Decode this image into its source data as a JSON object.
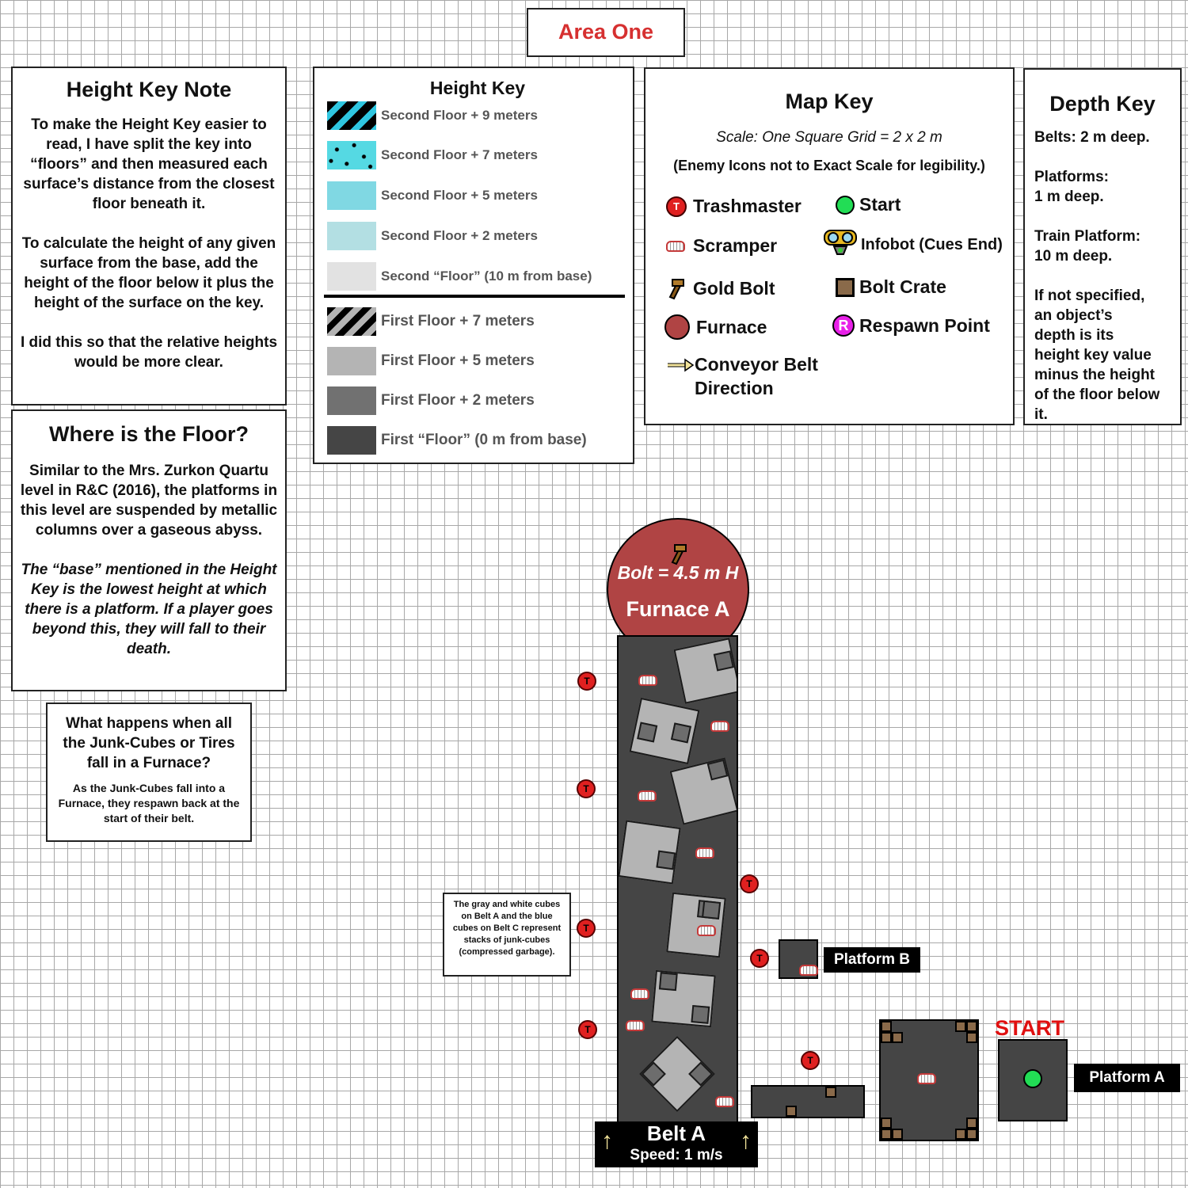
{
  "area_title": "Area One",
  "height_key_note": {
    "title": "Height Key Note",
    "p1": "To make the Height Key easier to read, I have split the key into “floors” and then measured each surface’s distance from the closest floor beneath it.",
    "p2": "To calculate the height of any given surface from the base, add the height of the floor below it plus the height of the surface on the key.",
    "p3": "I did this so that the relative heights would be more clear."
  },
  "where_floor": {
    "title": "Where is the Floor?",
    "p1": "Similar to the Mrs. Zurkon Quartu level in R&C (2016), the platforms in this level are suspended by metallic columns over a gaseous abyss.",
    "p2": "The “base” mentioned in the Height Key is the lowest height at which there is a platform. If a player goes beyond this, they will fall to their death."
  },
  "junk_note": {
    "title": "What happens when all the Junk-Cubes or Tires fall in a Furnace?",
    "body": "As the Junk-Cubes fall into a Furnace, they respawn back at the start of their belt."
  },
  "height_key": {
    "title": "Height Key",
    "second": [
      {
        "label": "Second Floor + 9 meters",
        "style": "stripe-blue"
      },
      {
        "label": "Second Floor + 7 meters",
        "style": "dots-blue"
      },
      {
        "label": "Second Floor + 5 meters",
        "color": "#80d8e3"
      },
      {
        "label": "Second Floor + 2 meters",
        "color": "#b3dfe3"
      },
      {
        "label": "Second “Floor” (10 m from base)",
        "color": "#e2e2e2"
      }
    ],
    "first": [
      {
        "label": "First Floor + 7 meters",
        "style": "stripe-gray"
      },
      {
        "label": "First Floor + 5 meters",
        "color": "#b4b4b4"
      },
      {
        "label": "First Floor + 2 meters",
        "color": "#717171"
      },
      {
        "label": "First “Floor” (0 m from base)",
        "color": "#454545"
      }
    ]
  },
  "map_key": {
    "title": "Map Key",
    "scale": "Scale: One Square Grid = 2 x 2 m",
    "enemy_note": "(Enemy Icons not to Exact Scale for legibility.)",
    "items": {
      "trashmaster": "Trashmaster",
      "start": "Start",
      "scramper": "Scramper",
      "infobot": "Infobot (Cues End)",
      "gold_bolt": "Gold Bolt",
      "bolt_crate": "Bolt Crate",
      "furnace": "Furnace",
      "respawn": "Respawn Point",
      "conveyor_1": "Conveyor Belt",
      "conveyor_2": "Direction"
    },
    "colors": {
      "trashmaster": "#e02020",
      "start": "#22dd55",
      "furnace": "#b04444",
      "respawn": "#e820e8"
    }
  },
  "depth_key": {
    "title": "Depth Key",
    "lines": [
      "Belts: 2 m deep.",
      "",
      "Platforms:",
      "1 m deep.",
      "",
      "Train Platform:",
      "10 m deep.",
      "",
      "If not specified,",
      "an object’s",
      "depth is its",
      "height key value",
      "minus the height",
      "of the floor below",
      "it."
    ]
  },
  "map": {
    "furnace_label": "Furnace A",
    "bolt_label": "Bolt = 4.5 m H",
    "belt_label": "Belt A",
    "belt_speed": "Speed: 1 m/s",
    "platform_a": "Platform A",
    "platform_b": "Platform B",
    "start": "START",
    "enemy_letter": "T",
    "cube_note": "The gray and white cubes on Belt A and the blue cubes on Belt C represent stacks of junk-cubes (compressed garbage)."
  }
}
